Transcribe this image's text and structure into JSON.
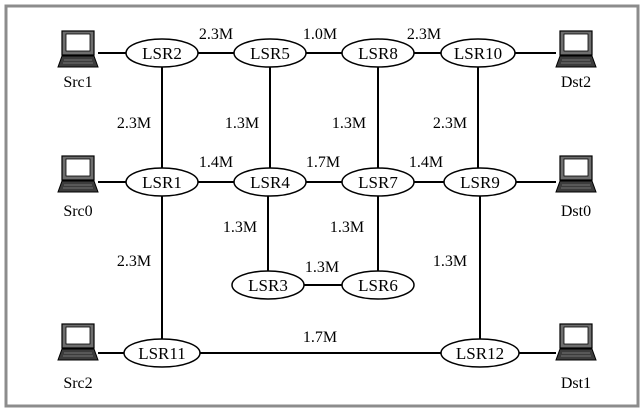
{
  "lsr_nodes": [
    {
      "id": "LSR1",
      "label": "LSR1"
    },
    {
      "id": "LSR2",
      "label": "LSR2"
    },
    {
      "id": "LSR3",
      "label": "LSR3"
    },
    {
      "id": "LSR4",
      "label": "LSR4"
    },
    {
      "id": "LSR5",
      "label": "LSR5"
    },
    {
      "id": "LSR6",
      "label": "LSR6"
    },
    {
      "id": "LSR7",
      "label": "LSR7"
    },
    {
      "id": "LSR8",
      "label": "LSR8"
    },
    {
      "id": "LSR9",
      "label": "LSR9"
    },
    {
      "id": "LSR10",
      "label": "LSR10"
    },
    {
      "id": "LSR11",
      "label": "LSR11"
    },
    {
      "id": "LSR12",
      "label": "LSR12"
    }
  ],
  "hosts": [
    {
      "id": "Src1",
      "label": "Src1"
    },
    {
      "id": "Src0",
      "label": "Src0"
    },
    {
      "id": "Src2",
      "label": "Src2"
    },
    {
      "id": "Dst2",
      "label": "Dst2"
    },
    {
      "id": "Dst0",
      "label": "Dst0"
    },
    {
      "id": "Dst1",
      "label": "Dst1"
    }
  ],
  "links": [
    {
      "from": "LSR2",
      "to": "LSR5",
      "bandwidth": "2.3M"
    },
    {
      "from": "LSR5",
      "to": "LSR8",
      "bandwidth": "1.0M"
    },
    {
      "from": "LSR8",
      "to": "LSR10",
      "bandwidth": "2.3M"
    },
    {
      "from": "LSR2",
      "to": "LSR1",
      "bandwidth": "2.3M"
    },
    {
      "from": "LSR5",
      "to": "LSR4",
      "bandwidth": "1.3M"
    },
    {
      "from": "LSR8",
      "to": "LSR7",
      "bandwidth": "1.3M"
    },
    {
      "from": "LSR10",
      "to": "LSR9",
      "bandwidth": "2.3M"
    },
    {
      "from": "LSR1",
      "to": "LSR4",
      "bandwidth": "1.4M"
    },
    {
      "from": "LSR4",
      "to": "LSR7",
      "bandwidth": "1.7M"
    },
    {
      "from": "LSR7",
      "to": "LSR9",
      "bandwidth": "1.4M"
    },
    {
      "from": "LSR4",
      "to": "LSR3",
      "bandwidth": "1.3M"
    },
    {
      "from": "LSR7",
      "to": "LSR6",
      "bandwidth": "1.3M"
    },
    {
      "from": "LSR3",
      "to": "LSR6",
      "bandwidth": "1.3M"
    },
    {
      "from": "LSR1",
      "to": "LSR11",
      "bandwidth": "2.3M"
    },
    {
      "from": "LSR9",
      "to": "LSR12",
      "bandwidth": "1.3M"
    },
    {
      "from": "LSR11",
      "to": "LSR12",
      "bandwidth": "1.7M"
    }
  ],
  "host_links": [
    {
      "host": "Src1",
      "node": "LSR2"
    },
    {
      "host": "Src0",
      "node": "LSR1"
    },
    {
      "host": "Src2",
      "node": "LSR11"
    },
    {
      "host": "Dst2",
      "node": "LSR10"
    },
    {
      "host": "Dst0",
      "node": "LSR9"
    },
    {
      "host": "Dst1",
      "node": "LSR12"
    }
  ],
  "colors": {
    "stroke": "#000000",
    "node_fill": "#ffffff",
    "frame": "#8c8c8c",
    "monitor_screen": "#ffffff",
    "monitor_body": "#6e6e6e",
    "keyboard": "#3c3c3c"
  }
}
